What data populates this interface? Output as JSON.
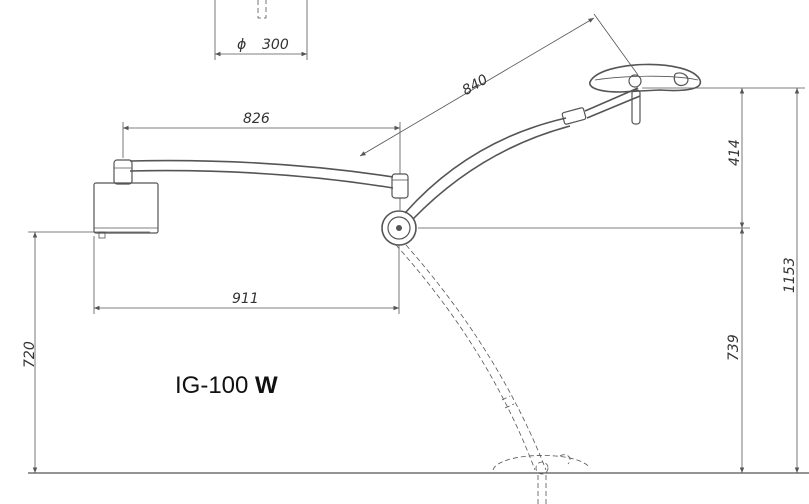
{
  "dimensions": {
    "diameter_symbol": "ϕ",
    "diameter_value": "300",
    "top_arm_length": "826",
    "lower_arm_length": "911",
    "forearm_length": "840",
    "upper_height": "414",
    "total_height": "1153",
    "lower_height": "739",
    "mount_height": "720"
  },
  "model": {
    "prefix": "IG-100",
    "suffix": "W"
  },
  "colors": {
    "line": "#555555",
    "text": "#333333"
  }
}
